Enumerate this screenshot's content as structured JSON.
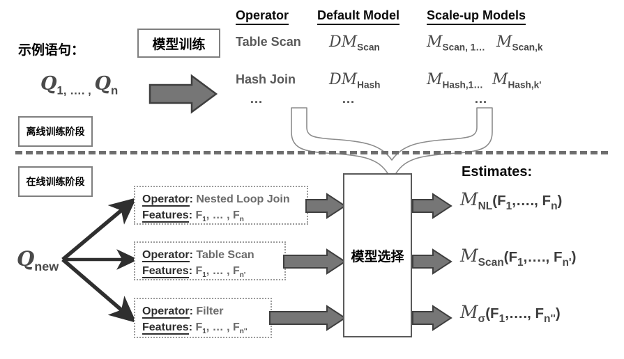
{
  "offline": {
    "example_label": "示例语句：",
    "queries": {
      "base": "Q",
      "sub": "1, …. , ",
      "base2": "Q",
      "sub2": "n"
    },
    "queries_text": "Q₁, …. , Qₙ",
    "training_box_label": "模型训练",
    "phase_label": "离线训练阶段"
  },
  "table": {
    "headers": [
      "Operator",
      "Default Model",
      "Scale-up Models"
    ],
    "rows": [
      {
        "operator": "Table Scan",
        "default_model_prefix": "DM",
        "default_model_sub": "Scan",
        "scaleup_1_prefix": "M",
        "scaleup_1_sub": "Scan, 1",
        "scaleup_ellipsis": "…",
        "scaleup_k_prefix": "M",
        "scaleup_k_sub": "Scan,k"
      },
      {
        "operator": "Hash Join",
        "default_model_prefix": "DM",
        "default_model_sub": "Hash",
        "scaleup_1_prefix": "M",
        "scaleup_1_sub": "Hash,1",
        "scaleup_ellipsis": "…",
        "scaleup_k_prefix": "M",
        "scaleup_k_sub": "Hash,k'"
      }
    ],
    "ellipsis_row": [
      "…",
      "…",
      "…"
    ]
  },
  "online": {
    "phase_label": "在线训练阶段",
    "new_query_base": "Q",
    "new_query_sub": "new",
    "operator_label": "Operator",
    "features_label": "Features",
    "colon": ":",
    "plans": [
      {
        "operator": "Nested Loop Join",
        "features_prefix": "F",
        "features_sub1": "1",
        "features_mid": ", … , F",
        "features_sub2": "n"
      },
      {
        "operator": "Table Scan",
        "features_prefix": "F",
        "features_sub1": "1",
        "features_mid": ", … , F",
        "features_sub2": "n'"
      },
      {
        "operator": "Filter",
        "features_prefix": "F",
        "features_sub1": "1",
        "features_mid": ", … , F",
        "features_sub2": "n''"
      }
    ],
    "selector_box_label": "模型选择"
  },
  "estimates": {
    "title": "Estimates:",
    "items": [
      {
        "model_base": "M",
        "model_sub": "NL",
        "args_open": "(F",
        "arg_sub1": "1",
        "args_mid": ",…., F",
        "arg_sub2": "n",
        "args_close": ")"
      },
      {
        "model_base": "M",
        "model_sub": "Scan",
        "args_open": "(F",
        "arg_sub1": "1",
        "args_mid": ",…., F",
        "arg_sub2": "n'",
        "args_close": ")"
      },
      {
        "model_base": "M",
        "model_sub": "σ",
        "args_open": "(F",
        "arg_sub1": "1",
        "args_mid": ",…., F",
        "arg_sub2": "n''",
        "args_close": ")"
      }
    ]
  },
  "colors": {
    "arrow_fill": "#767676",
    "arrow_stroke": "#3f3f3f",
    "box_stroke": "#7f7f7f",
    "text_gray": "#595959",
    "text_dark": "#0a0a0a",
    "divider": "#6e6e6e",
    "dotted_border": "#9a9a9a",
    "funnel_stroke": "#8c8c8c"
  }
}
